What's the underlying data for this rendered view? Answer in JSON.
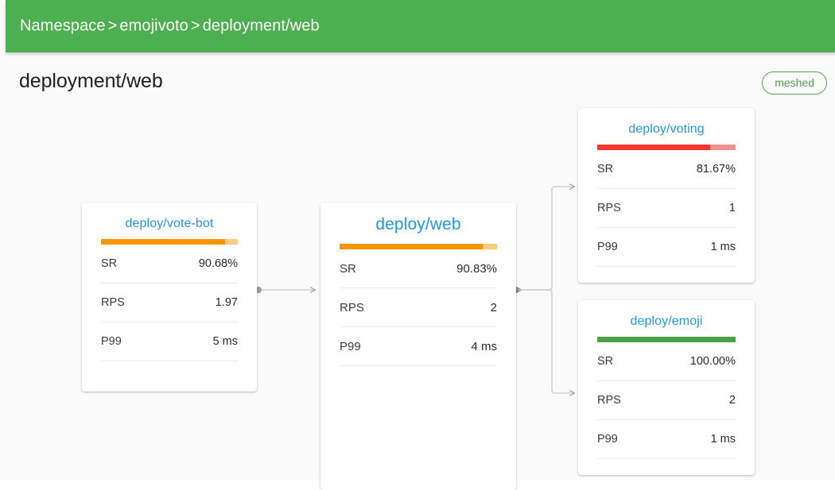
{
  "appbar": {
    "breadcrumb": [
      "Namespace",
      "emojivoto",
      "deployment/web"
    ],
    "separator": ">",
    "bg_color": "#4CAF50"
  },
  "page": {
    "title": "deployment/web",
    "badge": "meshed",
    "badge_color": "#4FA24B",
    "background": "#FAFAFA"
  },
  "graph": {
    "node_title_color": "#2196F3",
    "edge_color": "#BDBDBD",
    "metric_labels": {
      "sr": "SR",
      "rps": "RPS",
      "p99": "P99"
    },
    "nodes": [
      {
        "id": "vote-bot",
        "title": "deploy/vote-bot",
        "health_percent": 90.68,
        "bar_fill_color": "#F79400",
        "bar_track_color": "#FBCB80",
        "metrics": [
          {
            "label": "SR",
            "value": "90.68%"
          },
          {
            "label": "RPS",
            "value": "1.97"
          },
          {
            "label": "P99",
            "value": "5 ms"
          }
        ]
      },
      {
        "id": "web",
        "title": "deploy/web",
        "health_percent": 90.83,
        "bar_fill_color": "#F79400",
        "bar_track_color": "#FBCB80",
        "metrics": [
          {
            "label": "SR",
            "value": "90.83%"
          },
          {
            "label": "RPS",
            "value": "2"
          },
          {
            "label": "P99",
            "value": "4 ms"
          }
        ]
      },
      {
        "id": "voting",
        "title": "deploy/voting",
        "health_percent": 81.67,
        "bar_fill_color": "#F2382F",
        "bar_track_color": "#EE938D",
        "metrics": [
          {
            "label": "SR",
            "value": "81.67%"
          },
          {
            "label": "RPS",
            "value": "1"
          },
          {
            "label": "P99",
            "value": "1 ms"
          }
        ]
      },
      {
        "id": "emoji",
        "title": "deploy/emoji",
        "health_percent": 100.0,
        "bar_fill_color": "#4AA147",
        "bar_track_color": "#4AA147",
        "metrics": [
          {
            "label": "SR",
            "value": "100.00%"
          },
          {
            "label": "RPS",
            "value": "2"
          },
          {
            "label": "P99",
            "value": "1 ms"
          }
        ]
      }
    ],
    "edges": [
      {
        "from": "vote-bot",
        "to": "web"
      },
      {
        "from": "web",
        "to": "voting"
      },
      {
        "from": "web",
        "to": "emoji"
      }
    ]
  }
}
